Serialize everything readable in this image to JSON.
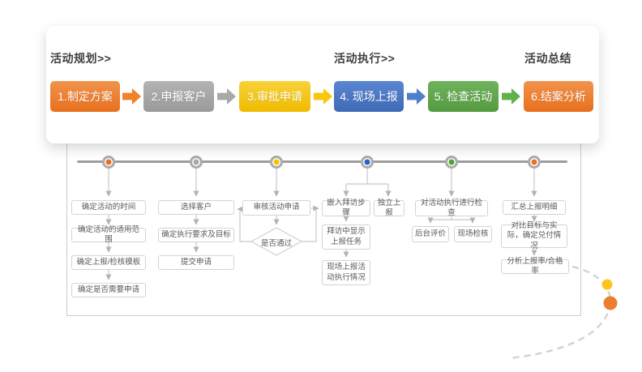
{
  "card": {
    "sections": [
      {
        "label": "活动规划>>"
      },
      {
        "label": "活动执行>>"
      },
      {
        "label": "活动总结"
      }
    ],
    "steps": [
      {
        "label": "1.制定方案",
        "color": "#ED7D31"
      },
      {
        "label": "2.申报客户",
        "color": "#A6A6A6"
      },
      {
        "label": "3.审批申请",
        "color": "#F2C011"
      },
      {
        "label": "4. 现场上报",
        "color": "#4472C4"
      },
      {
        "label": "5. 检查活动",
        "color": "#5FA849"
      },
      {
        "label": "6.结案分析",
        "color": "#ED7D31"
      }
    ],
    "arrow_colors": [
      "#F08228",
      "#A8A8A8",
      "#F7C70C",
      "#4D7FCB",
      "#62B04A"
    ]
  },
  "timeline": {
    "node_colors": [
      "#ED6F1E",
      "#A8A8A8",
      "#FBBF00",
      "#2C5FC3",
      "#4CA52F",
      "#ED6F1E"
    ]
  },
  "flow": {
    "decision": "是否通过",
    "columns": [
      {
        "boxes": [
          "确定活动的时间",
          "确定活动的适用范围",
          "确定上报/检核模板",
          "确定是否需要申请"
        ]
      },
      {
        "boxes": [
          "选择客户",
          "确定执行要求及目标",
          "提交申请"
        ]
      },
      {
        "boxes": [
          "审核活动申请"
        ]
      },
      {
        "boxes": [
          "嵌入拜访步骤",
          "独立上报",
          "拜访中显示上报任务",
          "现场上报活动执行情况"
        ]
      },
      {
        "boxes": [
          "对活动执行进行检查",
          "后台评价",
          "现场检核"
        ]
      },
      {
        "boxes": [
          "汇总上报明细",
          "对比目标与实际，确定兑付情况",
          "分析上报率/合格率"
        ]
      }
    ]
  },
  "decor": {
    "dot_small_color": "#FFC31E",
    "dot_large_color": "#ED7D31",
    "arc_color": "#D3D3D3"
  }
}
